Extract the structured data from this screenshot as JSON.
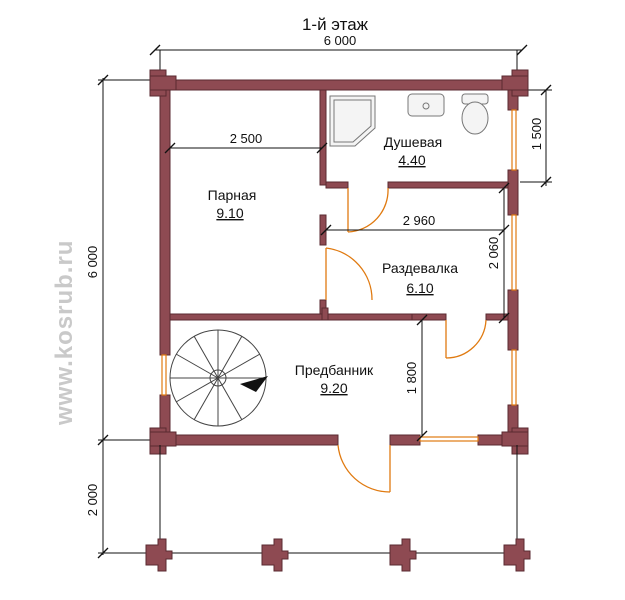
{
  "title": "1-й этаж",
  "dimensions": {
    "top_width": "6 000",
    "left_height": "6 000",
    "porch_depth": "2 000",
    "parnaya_width": "2 500",
    "dushevaya_depth": "1 500",
    "razdevalka_width": "2 960",
    "razdevalka_depth": "2 060",
    "predbannik_depth": "1 800"
  },
  "rooms": {
    "parnaya": {
      "name": "Парная",
      "area": "9.10"
    },
    "dushevaya": {
      "name": "Душевая",
      "area": "4.40"
    },
    "razdevalka": {
      "name": "Раздевалка",
      "area": "6.10"
    },
    "predbannik": {
      "name": "Предбанник",
      "area": "9.20"
    }
  },
  "watermark": "www.kosrub.ru",
  "colors": {
    "wall": "#8e4a52",
    "door": "#e07a10",
    "dimension": "#111111"
  }
}
